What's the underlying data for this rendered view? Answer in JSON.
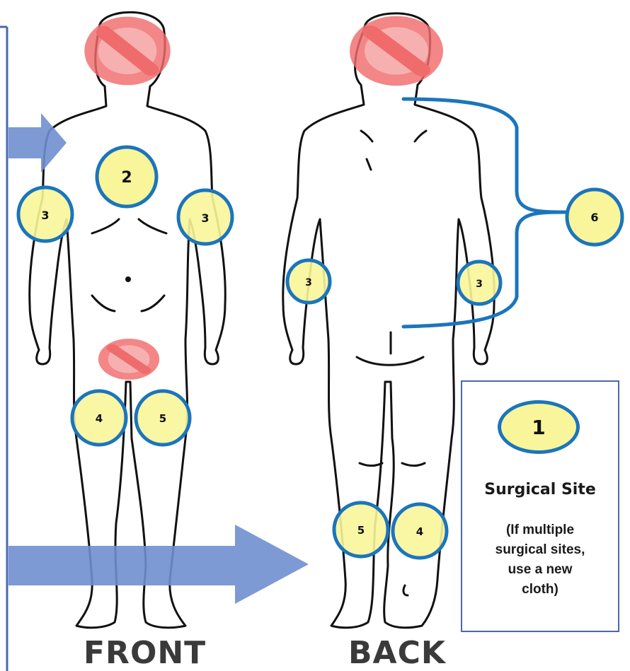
{
  "views": {
    "front": "FRONT",
    "back": "BACK"
  },
  "sites": {
    "front_chest": "2",
    "front_left_arm": "3",
    "front_right_arm": "3",
    "front_left_knee": "4",
    "front_right_knee": "5",
    "back_left_arm": "3",
    "back_right_arm": "3",
    "back_left_knee": "5",
    "back_right_knee": "4",
    "back_torso": "6"
  },
  "legend": {
    "number": "1",
    "title": "Surgical Site",
    "note": "(If multiple\nsurgical sites,\nuse a new\ncloth)"
  },
  "icons": {
    "exclude": "no-symbol-icon",
    "sequence": "arrow-right-icon"
  },
  "colors": {
    "site_fill": "#f8f59a",
    "site_border": "#1b75bc",
    "no_symbol": "#f06b6b",
    "arrow": "#6f8fd0",
    "frame": "#4a67b0"
  }
}
